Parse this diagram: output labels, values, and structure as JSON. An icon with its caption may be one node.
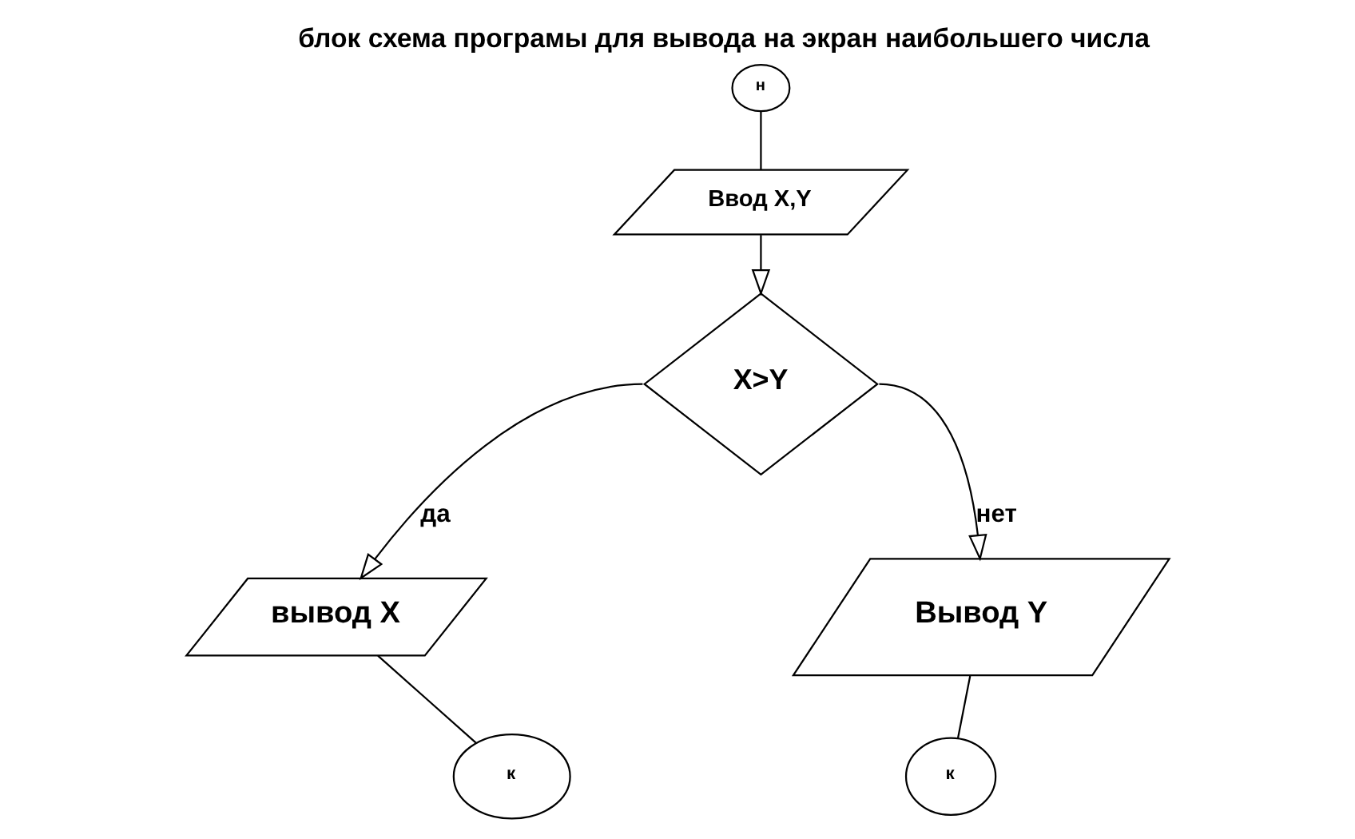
{
  "diagram": {
    "title": "блок схема програмы для вывода на экран наибольшего числа",
    "nodes": [
      {
        "text": [
          "н"
        ]
      },
      {
        "text": [
          "Ввод X,Y"
        ]
      },
      {
        "text": [
          "X>Y"
        ]
      },
      {
        "text": [
          "вывод X"
        ]
      },
      {
        "text": [
          "Вывод Y"
        ]
      },
      {
        "text": [
          "к"
        ]
      },
      {
        "text": [
          "к"
        ]
      }
    ],
    "edges": [
      {
        "from": 0,
        "to": 1,
        "arrow": "none"
      },
      {
        "from": 1,
        "to": 2,
        "arrow": "to"
      },
      {
        "from": 2,
        "to": 3,
        "arrow": "to",
        "label": "да"
      },
      {
        "from": 2,
        "to": 4,
        "arrow": "to",
        "label": "нет"
      },
      {
        "from": 3,
        "to": 5,
        "arrow": "none"
      },
      {
        "from": 4,
        "to": 6,
        "arrow": "none"
      }
    ]
  }
}
